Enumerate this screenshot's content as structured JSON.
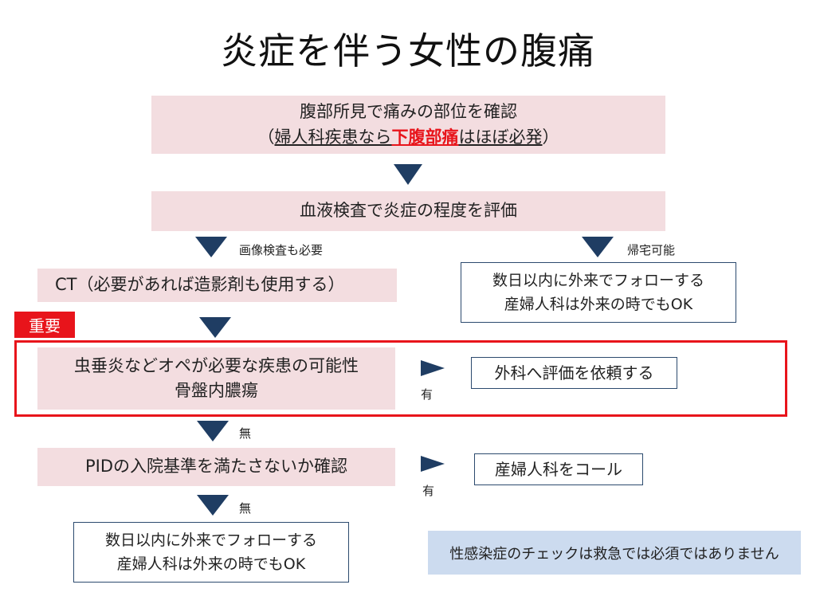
{
  "title": "炎症を伴う女性の腹痛",
  "step1": {
    "line1": "腹部所見で痛みの部位を確認",
    "line2_open": "（",
    "line2_pre": "婦人科疾患なら",
    "line2_emph": "下腹部痛",
    "line2_post": "はほぼ必発",
    "line2_close": "）"
  },
  "step2": "血液検査で炎症の程度を評価",
  "branch_left_label": "画像検査も必要",
  "branch_right_label": "帰宅可能",
  "ct_box": "CT（必要があれば造影剤も使用する）",
  "home_box": {
    "line1": "数日以内に外来でフォローする",
    "line2": "産婦人科は外来の時でもOK"
  },
  "important_tag": "重要",
  "surgical_box": {
    "line1": "虫垂炎などオペが必要な疾患の可能性",
    "line2": "骨盤内膿瘍"
  },
  "yes_label": "有",
  "no_label": "無",
  "surgery_consult": "外科へ評価を依頼する",
  "pid_box": "PIDの入院基準を満たさないか確認",
  "obgyn_call": "産婦人科をコール",
  "followup_box": {
    "line1": "数日以内に外来でフォローする",
    "line2": "産婦人科は外来の時でもOK"
  },
  "note": "性感染症のチェックは救急では必須ではありません",
  "colors": {
    "pink_box": "#f3dde0",
    "arrow": "#1f3d63",
    "important_red": "#e8141b",
    "note_blue": "#ccdbef",
    "outline": "#2c4a6e"
  }
}
